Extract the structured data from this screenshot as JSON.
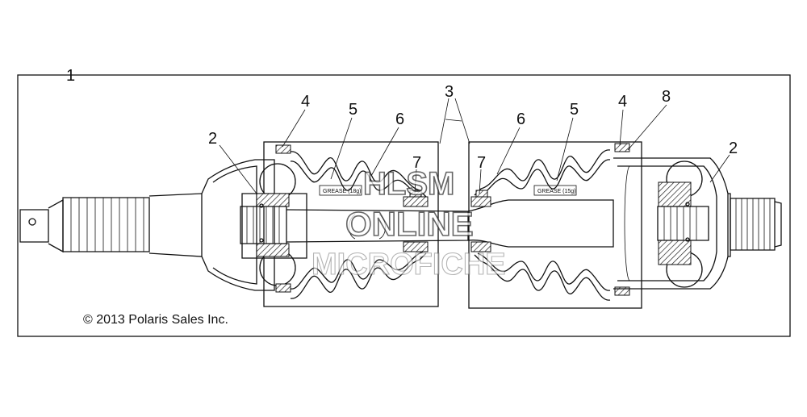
{
  "callouts": {
    "c1": "1",
    "c2_left": "2",
    "c2_right": "2",
    "c3": "3",
    "c4_left": "4",
    "c4_right": "4",
    "c5_left": "5",
    "c5_right": "5",
    "c6_left": "6",
    "c6_right": "6",
    "c7_left": "7",
    "c7_right": "7",
    "c8": "8"
  },
  "grease_labels": {
    "left": "GREASE (18g)",
    "right": "GREASE (15g)"
  },
  "copyright": "© 2013 Polaris Sales Inc.",
  "watermark": {
    "line1": "HLSM",
    "line2": "ONLINE",
    "line3": "MICROFICHE"
  }
}
